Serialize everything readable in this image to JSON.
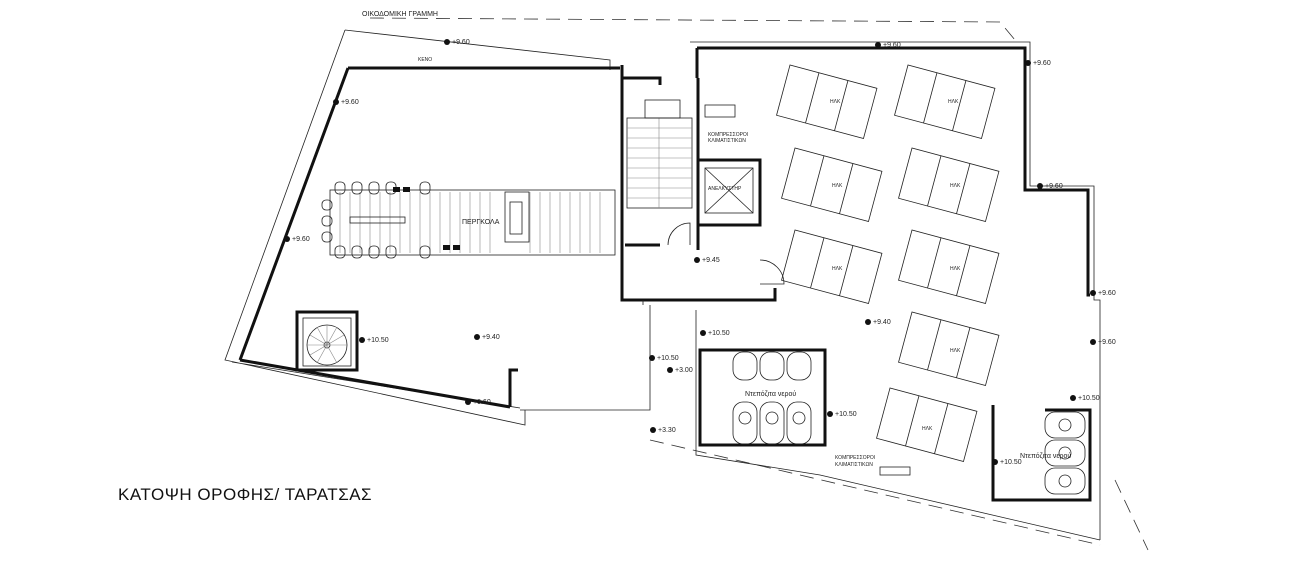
{
  "drawing": {
    "title": "ΚΑΤΟΨΗ ΟΡΟΦΗΣ/ ΤΑΡΑΤΣΑΣ",
    "building_line": "ΟΙΚΟΔΟΜΙΚΗ ΓΡΑΜΜΗ",
    "void": "ΚΕΝΟ",
    "pergola": "ΠΕΡΓΚΟΛΑ",
    "elevator": "ΑΝΕΛΚΥΣΤΗΡ",
    "compressors_line1": "ΚΟΜΠΡΕΣΣΟΡΟΙ",
    "compressors_line2": "ΚΛΙΜΑΤΙΣΤΙΚΩΝ",
    "water_tanks": "Ντεπόζιτα νερού",
    "solar_panel": "ΗΛΚ"
  },
  "levels": {
    "l960": "+9.60",
    "l945": "+9.45",
    "l940": "+9.40",
    "l1050": "+10.50",
    "l300": "+3.00",
    "l330": "+3.30"
  }
}
